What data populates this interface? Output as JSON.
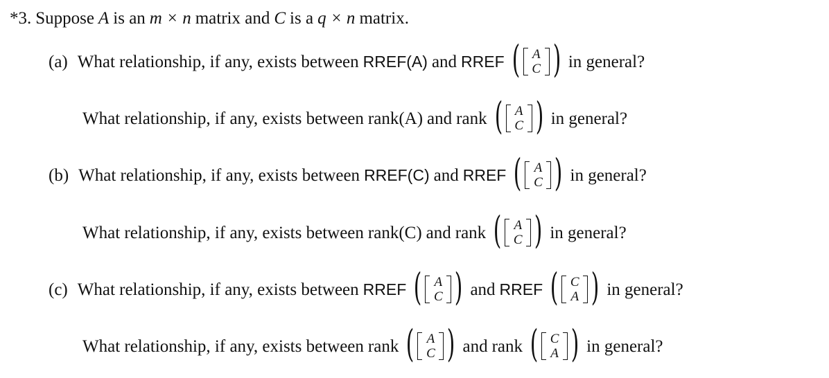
{
  "problem": {
    "number": "*3.",
    "intro_1": "Suppose",
    "var_A": "A",
    "intro_2": "is an",
    "dims_A": "m × n",
    "intro_3": "matrix and",
    "var_C": "C",
    "intro_4": "is a",
    "dims_C": "q × n",
    "intro_5": "matrix."
  },
  "common": {
    "question_lead": "What relationship, if any, exists between",
    "and": "and",
    "in_general": "in general?",
    "rref": "RREF",
    "rank": "rank",
    "top_A": "A",
    "bot_C": "C",
    "top_C": "C",
    "bot_A": "A",
    "paren_open": "(",
    "paren_close": ")"
  },
  "parts": {
    "a": {
      "label": "(a)",
      "q1_first": "RREF(A)",
      "q2_first": "rank(A)"
    },
    "b": {
      "label": "(b)",
      "q1_first": "RREF(C)",
      "q2_first": "rank(C)"
    },
    "c": {
      "label": "(c)"
    }
  }
}
